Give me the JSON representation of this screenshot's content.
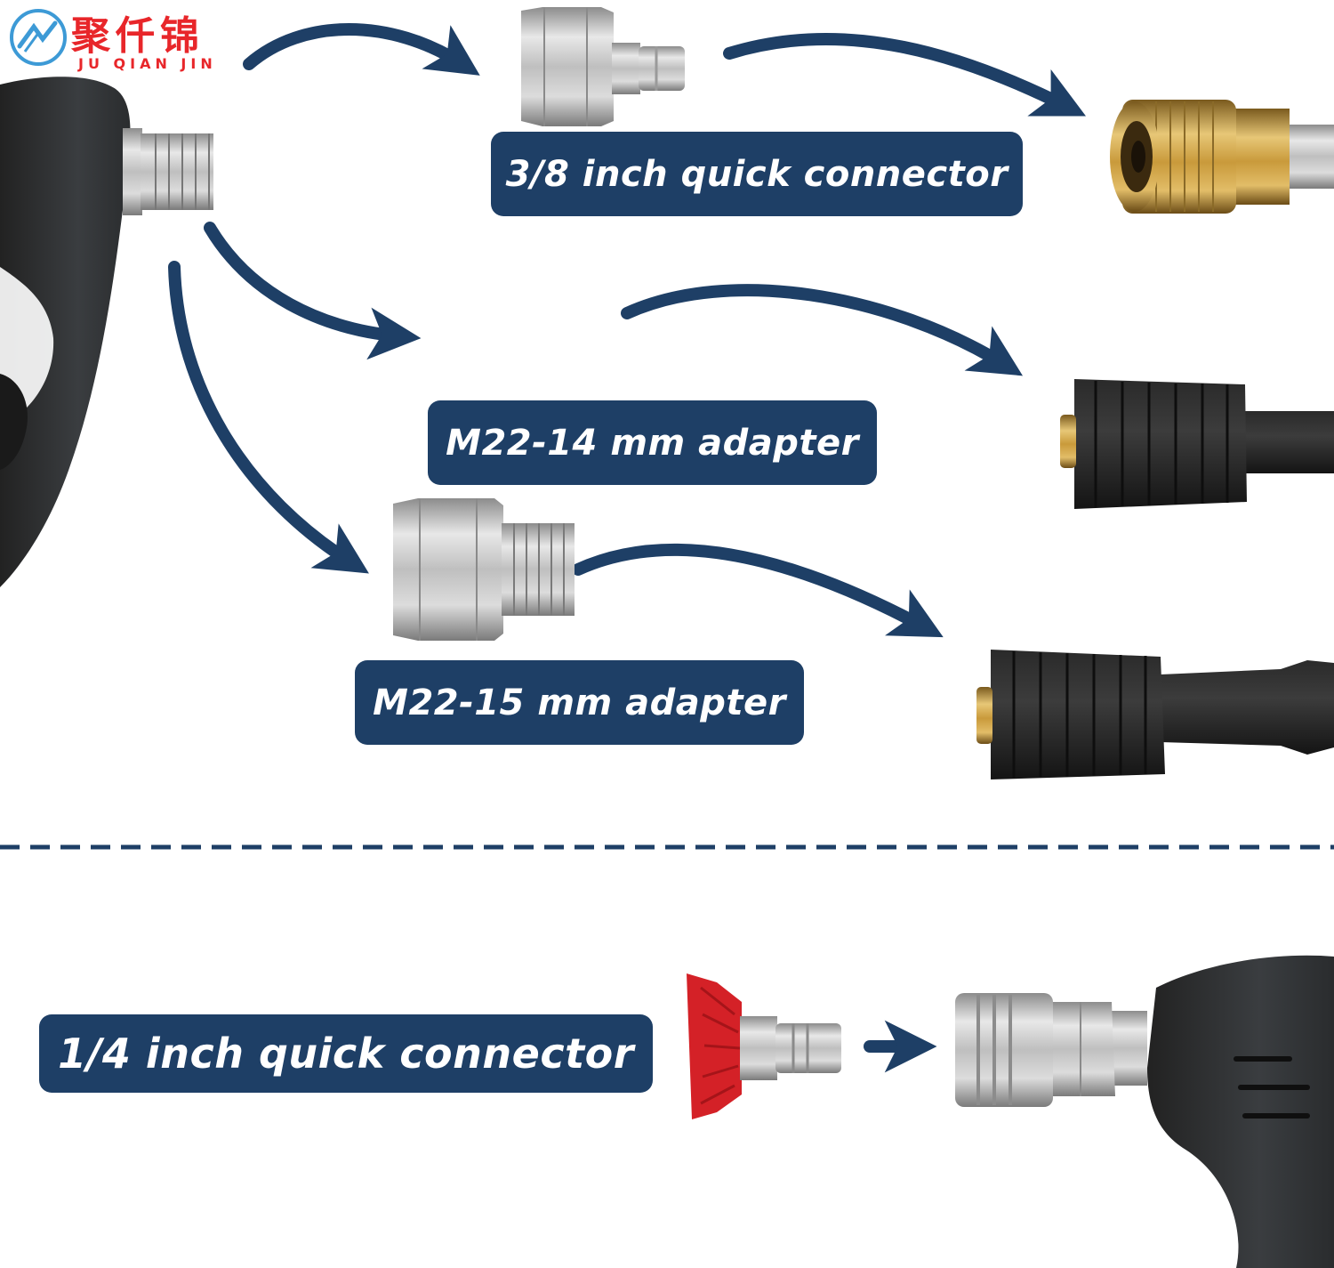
{
  "brand": {
    "name_cn": "聚仟锦",
    "name_en": "JU  QIAN  JIN"
  },
  "labels": {
    "quick_38": "3/8 inch quick connector",
    "m22_14": "M22-14 mm adapter",
    "m22_15": "M22-15 mm adapter",
    "quick_14": "1/4 inch quick connector"
  },
  "colors": {
    "label_bg": "#1e3f66",
    "arrow": "#1e3f66",
    "brand_red": "#e8262a",
    "nozzle_red": "#d42127",
    "brass": "#c99a3b",
    "steel": "#b8b8b8",
    "rubber": "#1c1c1c"
  }
}
